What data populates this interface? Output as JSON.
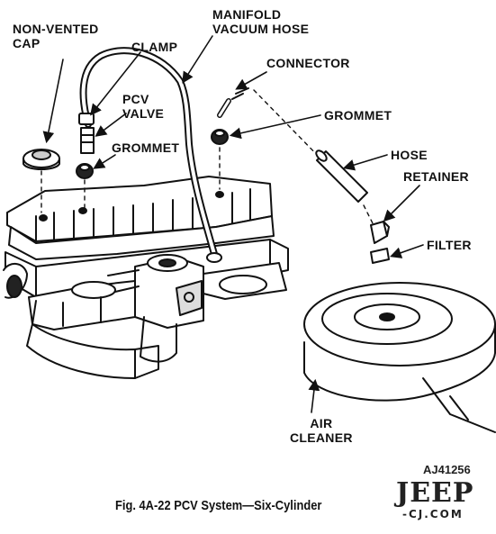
{
  "figure": {
    "labels": {
      "non_vented_cap": [
        "NON-VENTED",
        "CAP"
      ],
      "manifold_vacuum_hose": [
        "MANIFOLD",
        "VACUUM HOSE"
      ],
      "clamp": "CLAMP",
      "pcv_valve": [
        "PCV",
        "VALVE"
      ],
      "connector": "CONNECTOR",
      "grommet_left": "GROMMET",
      "grommet_right": "GROMMET",
      "hose": "HOSE",
      "retainer": "RETAINER",
      "filter": "FILTER",
      "air_cleaner": [
        "AIR",
        "CLEANER"
      ]
    },
    "code": "AJ41256",
    "caption": "Fig. 4A-22   PCV System—Six-Cylinder"
  },
  "watermark": {
    "brand": "JEEP",
    "site": "-CJ.COM"
  }
}
